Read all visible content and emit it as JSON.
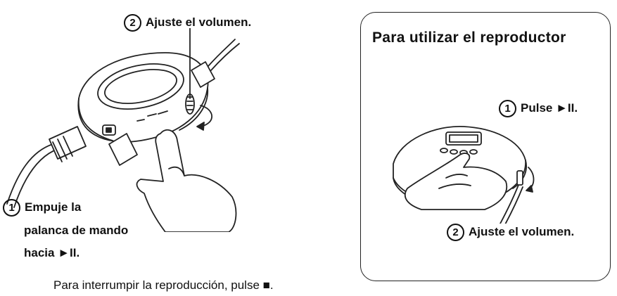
{
  "left_panel": {
    "step2": {
      "number": "2",
      "text": "Ajuste el volumen."
    },
    "step1": {
      "number": "1",
      "lines": [
        "Empuje la",
        "palanca de mando",
        "hacia ►II."
      ]
    },
    "footer": "Para interrumpir la reproducción, pulse ■."
  },
  "right_panel": {
    "title": "Para utilizar el reproductor",
    "step1": {
      "number": "1",
      "text": "Pulse ►II."
    },
    "step2": {
      "number": "2",
      "text": "Ajuste el volumen."
    }
  }
}
